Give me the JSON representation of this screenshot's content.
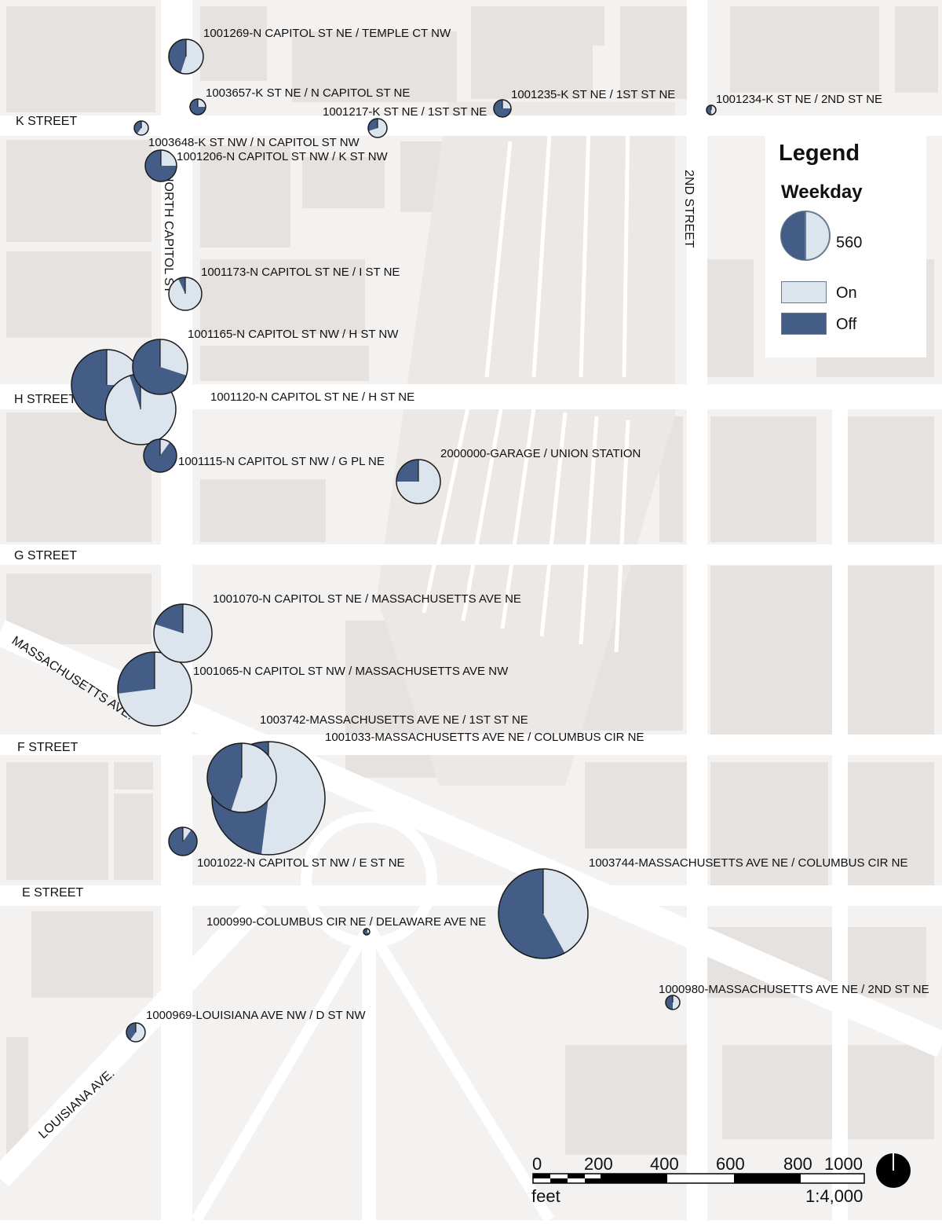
{
  "colors": {
    "on": "#dce4ee",
    "off": "#445d87",
    "stroke": "#1a1a1a",
    "base": "#f4f2f1",
    "building": "#e6e2e0",
    "road": "#ffffff",
    "track": "#d8d4d1"
  },
  "streets": [
    {
      "id": "k",
      "label": "K STREET"
    },
    {
      "id": "h",
      "label": "H STREET"
    },
    {
      "id": "g",
      "label": "G STREET"
    },
    {
      "id": "f",
      "label": "F STREET"
    },
    {
      "id": "e",
      "label": "E STREET"
    },
    {
      "id": "ncap",
      "label": "NORTH CAPITOL ST"
    },
    {
      "id": "second",
      "label": "2ND STREET"
    },
    {
      "id": "mass",
      "label": "MASSACHUSETTS AVE."
    },
    {
      "id": "la",
      "label": "LOUISIANA AVE."
    }
  ],
  "stops": [
    {
      "id": "1001269",
      "label": "1001269-N CAPITOL ST NE / TEMPLE CT NW",
      "on_share": 0.55
    },
    {
      "id": "1003657",
      "label": "1003657-K ST NE / N CAPITOL ST NE",
      "on_share": 0.25
    },
    {
      "id": "1001217",
      "label": "1001217-K ST NE / 1ST ST NE",
      "on_share": 0.7
    },
    {
      "id": "1001235",
      "label": "1001235-K ST NE / 1ST ST NE",
      "on_share": 0.25
    },
    {
      "id": "1001234",
      "label": "1001234-K ST NE / 2ND ST NE",
      "on_share": 0.5
    },
    {
      "id": "1003648",
      "label": "1003648-K ST NW / N CAPITOL ST NW",
      "on_share": 0.6
    },
    {
      "id": "1001206",
      "label": "1001206-N CAPITOL ST NW / K ST NW",
      "on_share": 0.25
    },
    {
      "id": "1001173",
      "label": "1001173-N CAPITOL ST NE / I ST NE",
      "on_share": 0.93
    },
    {
      "id": "1001165",
      "label": "1001165-N CAPITOL ST NW / H ST NW",
      "on_share": 0.3
    },
    {
      "id": "1001120",
      "label": "1001120-N CAPITOL ST NE / H ST NE",
      "on_share": 0.95
    },
    {
      "id": "1001115",
      "label": "1001115-N CAPITOL ST NW / G PL NE",
      "on_share": 0.1
    },
    {
      "id": "2000000",
      "label": "2000000-GARAGE / UNION STATION",
      "on_share": 0.75
    },
    {
      "id": "1001070",
      "label": "1001070-N CAPITOL ST NE / MASSACHUSETTS AVE NE",
      "on_share": 0.8
    },
    {
      "id": "1001065",
      "label": "1001065-N CAPITOL ST NW / MASSACHUSETTS AVE NW",
      "on_share": 0.73
    },
    {
      "id": "1003742",
      "label": "1003742-MASSACHUSETTS AVE NE / 1ST ST NE",
      "on_share": 0.55
    },
    {
      "id": "1001033",
      "label": "1001033-MASSACHUSETTS AVE NE / COLUMBUS CIR NE",
      "on_share": 0.52
    },
    {
      "id": "1001022",
      "label": "1001022-N CAPITOL ST NW / E ST NE",
      "on_share": 0.1
    },
    {
      "id": "1003744",
      "label": "1003744-MASSACHUSETTS AVE NE / COLUMBUS CIR NE",
      "on_share": 0.42
    },
    {
      "id": "1000990",
      "label": "1000990-COLUMBUS CIR NE / DELAWARE AVE NE",
      "on_share": 0.35
    },
    {
      "id": "1000980",
      "label": "1000980-MASSACHUSETTS AVE NE / 2ND ST NE",
      "on_share": 0.5
    },
    {
      "id": "1000969",
      "label": "1000969-LOUISIANA AVE NW / D ST NW",
      "on_share": 0.6
    }
  ],
  "legend": {
    "title": "Legend",
    "subtitle": "Weekday",
    "size_value": "560",
    "on_label": "On",
    "off_label": "Off"
  },
  "scalebar": {
    "ticks": [
      "0",
      "200",
      "400",
      "600",
      "800",
      "1000"
    ],
    "unit": "feet",
    "ratio": "1:4,000"
  }
}
